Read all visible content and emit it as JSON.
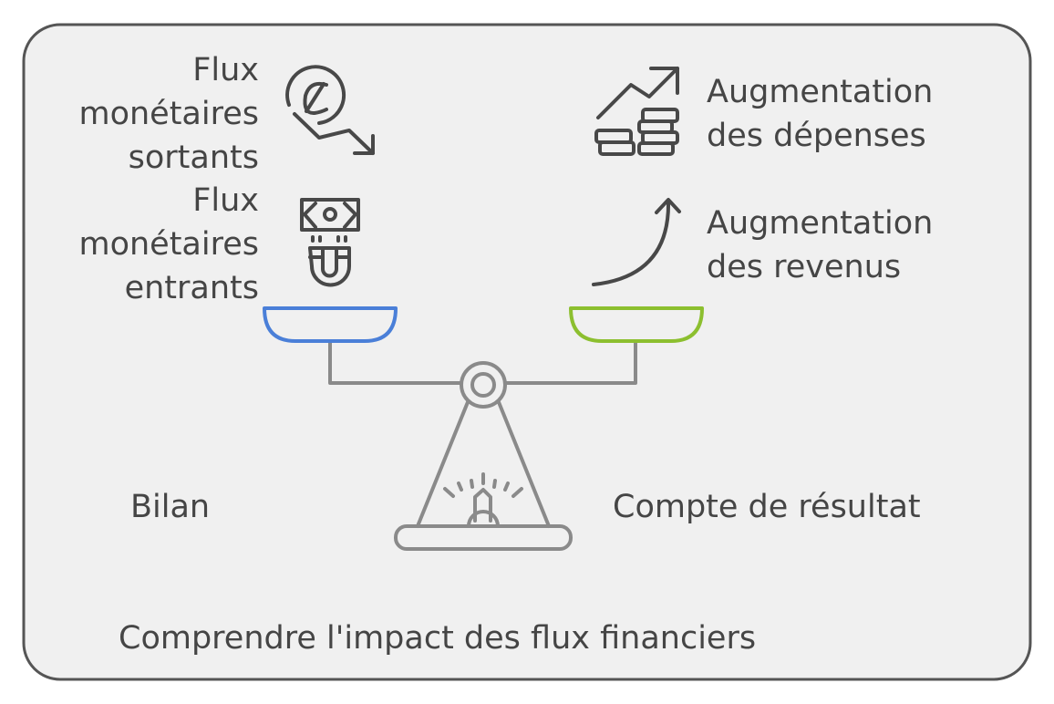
{
  "left_groups": [
    {
      "lines": [
        "Flux",
        "monétaires",
        "sortants"
      ],
      "icon": "euro-down-arrow-icon"
    },
    {
      "lines": [
        "Flux",
        "monétaires",
        "entrants"
      ],
      "icon": "money-magnet-icon"
    }
  ],
  "right_groups": [
    {
      "lines": [
        "Augmentation",
        "des dépenses"
      ],
      "icon": "chart-coins-icon"
    },
    {
      "lines": [
        "Augmentation",
        "des revenus"
      ],
      "icon": "curved-up-arrow-icon"
    }
  ],
  "left_pan_label": "Bilan",
  "right_pan_label": "Compte de résultat",
  "title": "Comprendre l'impact des flux financiers",
  "colors": {
    "left_pan": "#4a7fd8",
    "right_pan": "#8cbf2f",
    "background": "#f0f0f0"
  }
}
